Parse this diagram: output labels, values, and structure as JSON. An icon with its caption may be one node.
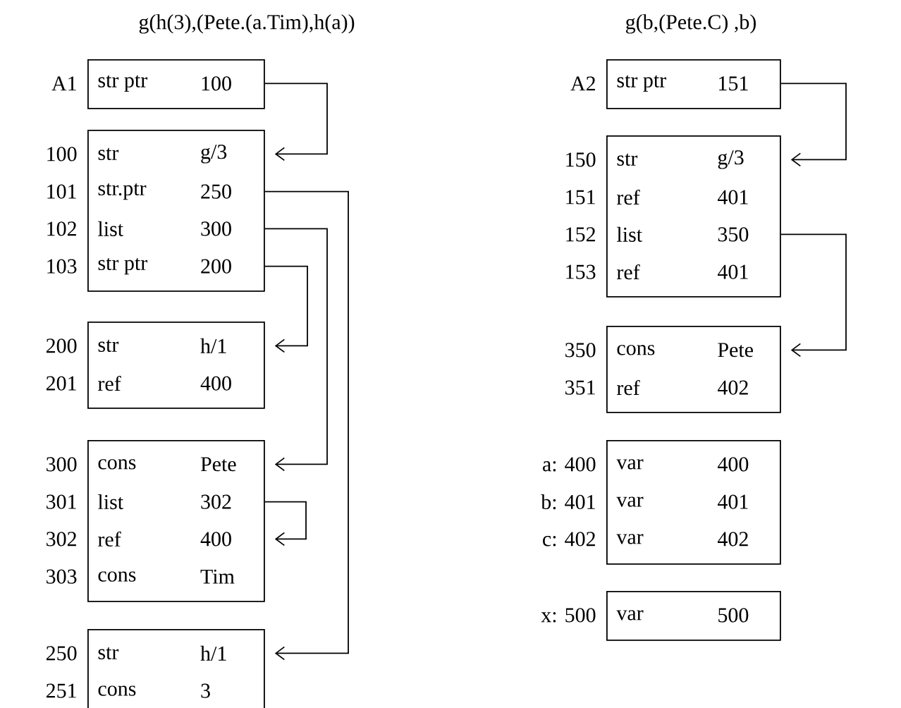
{
  "diagram": {
    "nodes": [
      {
        "text": [
          "str ptr",
          "100"
        ],
        "beside": [
          "A1"
        ]
      },
      {
        "text": [
          "str",
          "g/3",
          "str.ptr",
          "250",
          "list",
          "300",
          "str ptr",
          "200"
        ],
        "beside": [
          "100",
          "101",
          "102",
          "103"
        ]
      },
      {
        "text": [
          "str",
          "h/1",
          "ref",
          "400"
        ],
        "beside": [
          "200",
          "201"
        ]
      },
      {
        "text": [
          "cons",
          "Pete",
          "list",
          "302",
          "ref",
          "400",
          "cons",
          "Tim"
        ],
        "beside": [
          "300",
          "301",
          "302",
          "303"
        ]
      },
      {
        "text": [
          "str",
          "h/1",
          "cons",
          "3"
        ],
        "beside": [
          "250",
          "251"
        ]
      },
      {
        "text": [
          "str ptr",
          "151"
        ],
        "beside": [
          "A2"
        ]
      },
      {
        "text": [
          "str",
          "g/3",
          "ref",
          "401",
          "list",
          "350",
          "ref",
          "401"
        ],
        "beside": [
          "150",
          "151",
          "152",
          "153"
        ]
      },
      {
        "text": [
          "cons",
          "Pete",
          "ref",
          "402"
        ],
        "beside": [
          "350",
          "351"
        ]
      },
      {
        "text": [
          "var",
          "400",
          "var",
          "401",
          "var",
          "402"
        ],
        "beside": [
          "a: 400",
          "b: 401",
          "c: 402"
        ]
      },
      {
        "text": [
          "var",
          "500"
        ],
        "beside": [
          "x: 500"
        ]
      }
    ],
    "edges": [
      {
        "from": 0,
        "to": 1,
        "arrow": "to"
      },
      {
        "from": 1,
        "to": 4,
        "arrow": "to"
      },
      {
        "from": 1,
        "to": 3,
        "arrow": "to"
      },
      {
        "from": 1,
        "to": 2,
        "arrow": "to"
      },
      {
        "from": 3,
        "to": 3,
        "arrow": "to"
      },
      {
        "from": 5,
        "to": 6,
        "arrow": "to"
      },
      {
        "from": 6,
        "to": 7,
        "arrow": "to"
      }
    ],
    "labels": [
      "g(h(3),(Pete.(a.Tim),h(a))",
      "g(b,(Pete.C) ,b)"
    ]
  }
}
